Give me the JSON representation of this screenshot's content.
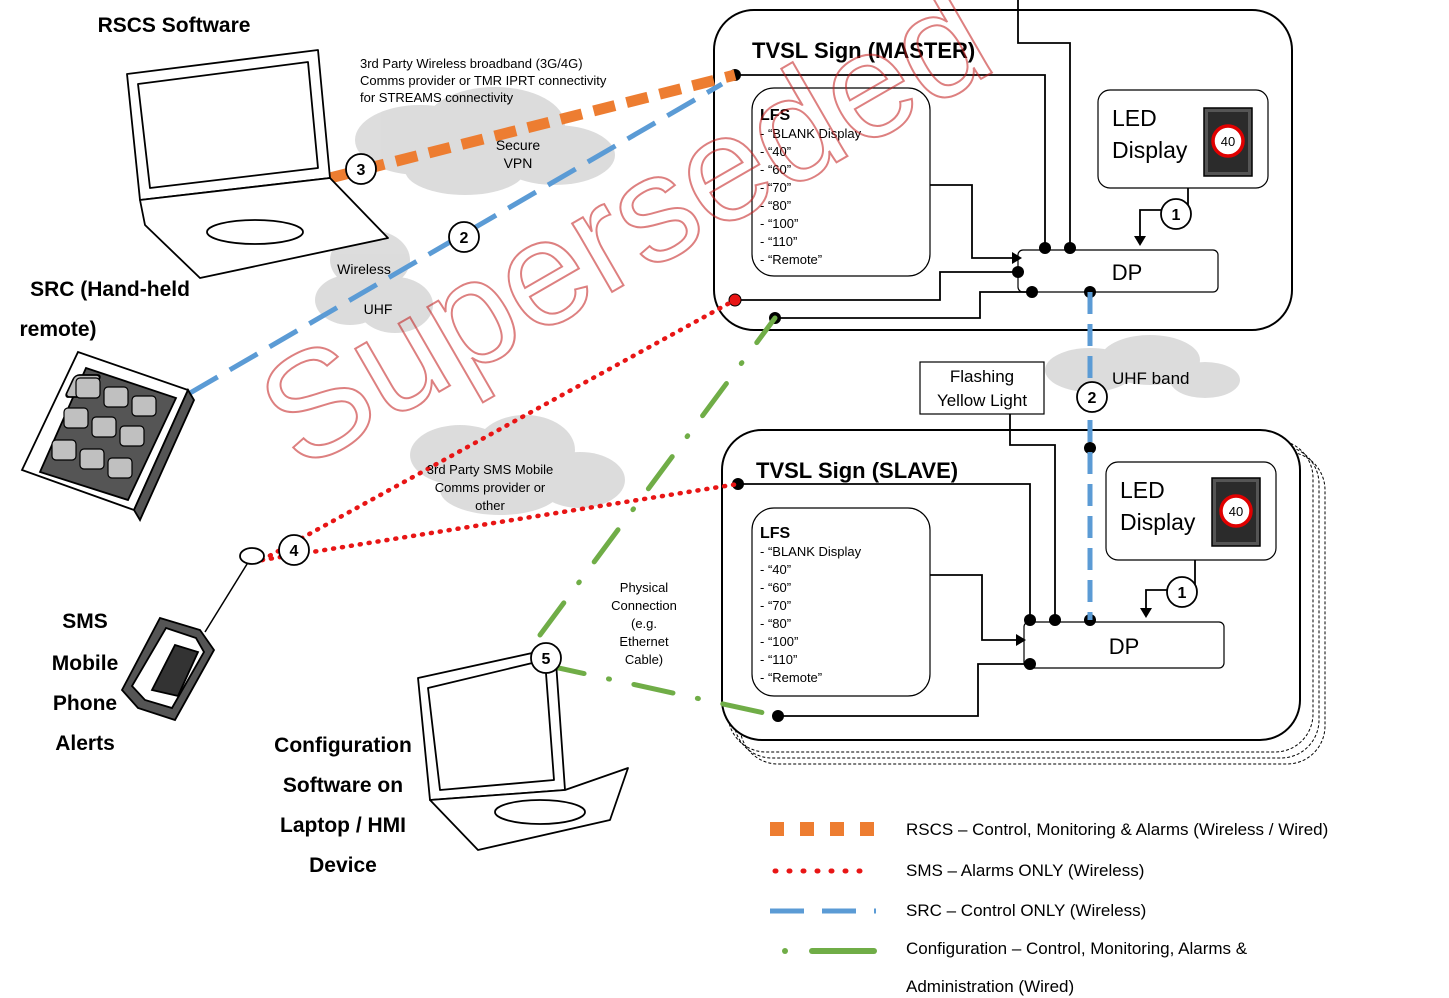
{
  "left_labels": {
    "rscs": "RSCS Software",
    "src": [
      "SRC (Hand-held",
      "remote)"
    ],
    "sms": [
      "SMS",
      "Mobile",
      "Phone",
      "Alerts"
    ],
    "config": [
      "Configuration",
      "Software on",
      "Laptop / HMI",
      "Device"
    ]
  },
  "cloud_labels": {
    "comms": [
      "3rd Party Wireless broadband (3G/4G)",
      "Comms provider or TMR IPRT connectivity",
      "for STREAMS connectivity"
    ],
    "vpn": [
      "Secure",
      "VPN"
    ],
    "wireless": "Wireless",
    "uhf": "UHF",
    "sms_provider": [
      "3rd Party SMS Mobile",
      "Comms provider or",
      "other"
    ],
    "uhf_band": "UHF band"
  },
  "physical_connection": [
    "Physical",
    "Connection",
    "(e.g.",
    "Ethernet",
    "Cable)"
  ],
  "master": {
    "title": "TVSL Sign (MASTER)",
    "lfs_title": "LFS",
    "lfs_items": [
      "- “BLANK Display",
      "- “40”",
      "- “60”",
      "- “70”",
      "- “80”",
      "- “100”",
      "- “110”",
      "- “Remote”"
    ],
    "led": [
      "LED",
      "Display"
    ],
    "led_value": "40",
    "dp": "DP"
  },
  "slave": {
    "title": "TVSL Sign (SLAVE)",
    "lfs_title": "LFS",
    "lfs_items": [
      "- “BLANK Display",
      "- “40”",
      "- “60”",
      "- “70”",
      "- “80”",
      "- “100”",
      "- “110”",
      "- “Remote”"
    ],
    "led": [
      "LED",
      "Display"
    ],
    "led_value": "40",
    "dp": "DP"
  },
  "flashing_light": [
    "Flashing",
    "Yellow Light"
  ],
  "badges": [
    "1",
    "2",
    "3",
    "4",
    "5"
  ],
  "watermark": "Superseded",
  "legend": [
    {
      "label": "RSCS – Control, Monitoring & Alarms (Wireless / Wired)",
      "color": "#ed7d31"
    },
    {
      "label": "SMS – Alarms ONLY (Wireless)",
      "color": "#e81515"
    },
    {
      "label": "SRC – Control ONLY (Wireless)",
      "color": "#5b9bd5"
    },
    {
      "label": "Configuration – Control, Monitoring, Alarms &",
      "label2": "Administration (Wired)",
      "color": "#70ad47"
    }
  ],
  "colors": {
    "rscs": "#ed7d31",
    "sms": "#e81515",
    "src": "#5b9bd5",
    "config": "#70ad47",
    "watermark": "#c21a1a"
  }
}
